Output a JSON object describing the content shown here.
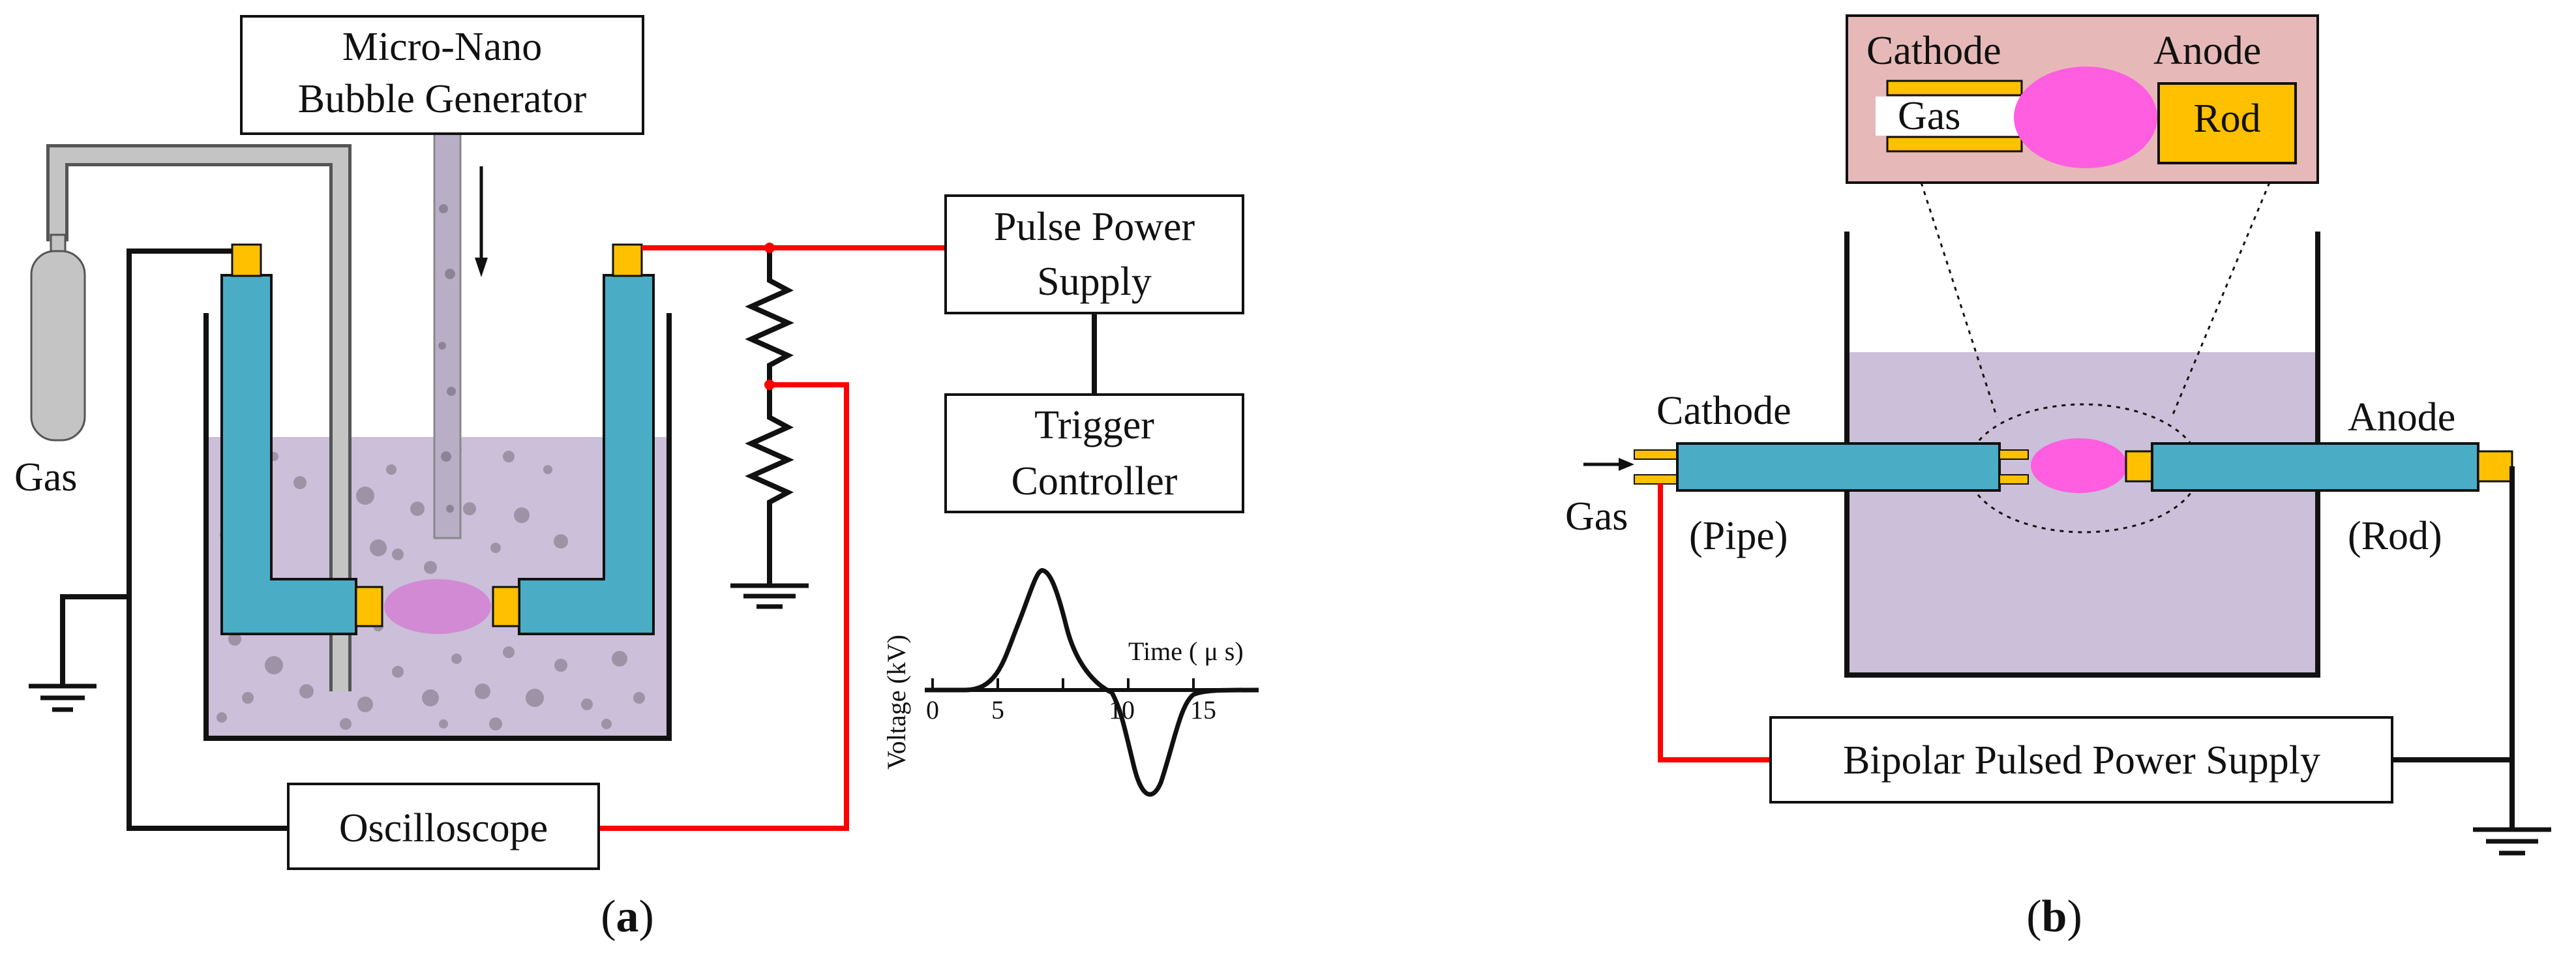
{
  "panel_a": {
    "generator_line1": "Micro-Nano",
    "generator_line2": "Bubble Generator",
    "gas_label": "Gas",
    "pulse_power_line1": "Pulse Power",
    "pulse_power_line2": "Supply",
    "trigger_line1": "Trigger",
    "trigger_line2": "Controller",
    "oscilloscope": "Oscilloscope",
    "waveform": {
      "xlabel": "Time ( μ s)",
      "ylabel": "Voltage (kV)",
      "ticks": [
        "0",
        "5",
        "10",
        "15"
      ]
    },
    "caption_open": "(",
    "caption_letter": "a",
    "caption_close": ")"
  },
  "panel_b": {
    "inset_cathode": "Cathode",
    "inset_anode": "Anode",
    "inset_gas": "Gas",
    "inset_rod": "Rod",
    "cathode_label": "Cathode",
    "cathode_sub": "(Pipe)",
    "anode_label": "Anode",
    "anode_sub": "(Rod)",
    "gas_label": "Gas",
    "supply": "Bipolar Pulsed Power Supply",
    "caption_open": "(",
    "caption_letter": "b",
    "caption_close": ")"
  },
  "colors": {
    "electrode": "#4bacc6",
    "connector": "#ffc000",
    "liquid": "#cbbfd9",
    "plasma_a": "#d28ad4",
    "plasma_b": "#ff5ee0",
    "wire_red": "#ff0000",
    "inset_bg": "#e6b9b8",
    "pipe_gray": "#c4c4c4"
  }
}
